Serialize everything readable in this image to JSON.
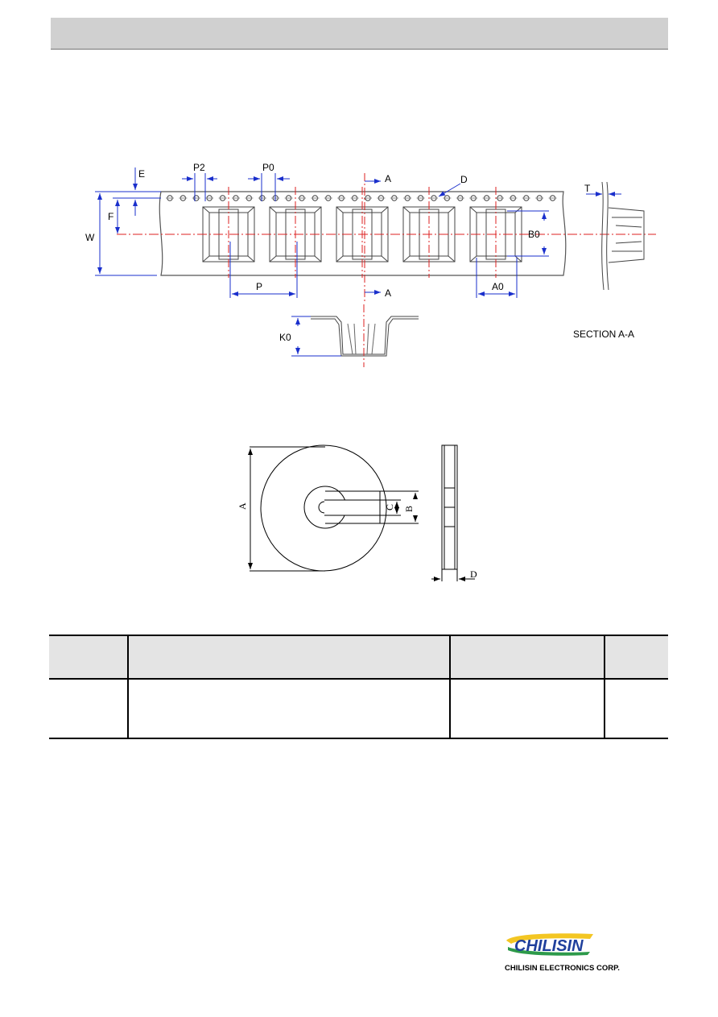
{
  "header": {
    "title": ""
  },
  "tape_diagram": {
    "labels": {
      "E": "E",
      "P2": "P2",
      "P0": "P0",
      "A_top": "A",
      "D": "D",
      "T": "T",
      "F": "F",
      "W": "W",
      "B0": "B0",
      "P": "P",
      "A_bottom": "A",
      "A0": "A0",
      "K0": "K0",
      "section": "SECTION A-A"
    }
  },
  "reel_diagram": {
    "labels": {
      "A": "A",
      "B": "B",
      "C": "C",
      "D": "D"
    }
  },
  "table": {
    "headers": [
      "",
      "",
      "",
      ""
    ],
    "rows": [
      [
        "",
        "",
        "",
        ""
      ]
    ]
  },
  "logo": {
    "brand": "CHILISIN",
    "company": "CHILISIN ELECTRONICS CORP.",
    "colors": {
      "blue": "#1f3f9c",
      "yellow": "#f3c623",
      "green": "#2d9a4a"
    }
  }
}
